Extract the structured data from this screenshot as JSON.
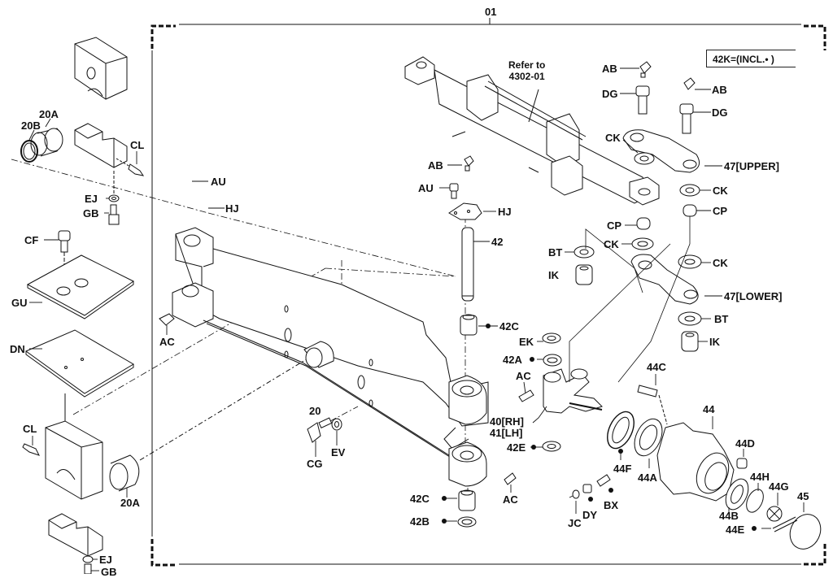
{
  "diagram": {
    "title": "Front axle exploded parts diagram",
    "group_label": "01",
    "note": "42K=(INCL.• )",
    "reference": {
      "line1": "Refer to",
      "line2": "4302-01"
    },
    "colors": {
      "line": "#111111",
      "background": "#ffffff",
      "part_fill": "#ffffff",
      "shade": "#dcdcdc"
    }
  },
  "labels": {
    "l20A_top": "20A",
    "l20B": "20B",
    "lCL_top": "CL",
    "lEJ_top": "EJ",
    "lGB_top": "GB",
    "lAU_left": "AU",
    "lHJ_left": "HJ",
    "lCF": "CF",
    "lGU": "GU",
    "lDN": "DN",
    "lCL_bottom": "CL",
    "l20A_bottom": "20A",
    "lEJ_bottom": "EJ",
    "lGB_bottom": "GB",
    "lAC_left": "AC",
    "l20": "20",
    "lCG": "CG",
    "lEV": "EV",
    "lAB_mid": "AB",
    "lAU_mid": "AU",
    "lHJ_mid": "HJ",
    "l42": "42",
    "l42C_top": "42C",
    "lEK": "EK",
    "l42A": "42A",
    "lAC_mid": "AC",
    "l40": "40[RH]",
    "l41": "41[LH]",
    "l42E": "42E",
    "lAC_low": "AC",
    "l42C_bottom": "42C",
    "l42B": "42B",
    "lAB_r1": "AB",
    "lDG_r1": "DG",
    "lAB_r2": "AB",
    "lDG_r2": "DG",
    "lCK_1": "CK",
    "l47U": "47[UPPER]",
    "lCK_2": "CK",
    "lCP_1": "CP",
    "lCP_2": "CP",
    "lCK_3": "CK",
    "lBT_1": "BT",
    "lIK_1": "IK",
    "lCK_4": "CK",
    "l47L": "47[LOWER]",
    "lBT_2": "BT",
    "lIK_2": "IK",
    "l44C": "44C",
    "l44": "44",
    "l44D": "44D",
    "l44F": "44F",
    "l44A": "44A",
    "l44H": "44H",
    "l44G": "44G",
    "l45": "45",
    "l44B": "44B",
    "l44E": "44E",
    "lJC": "JC",
    "lDY": "DY",
    "lBX": "BX"
  }
}
